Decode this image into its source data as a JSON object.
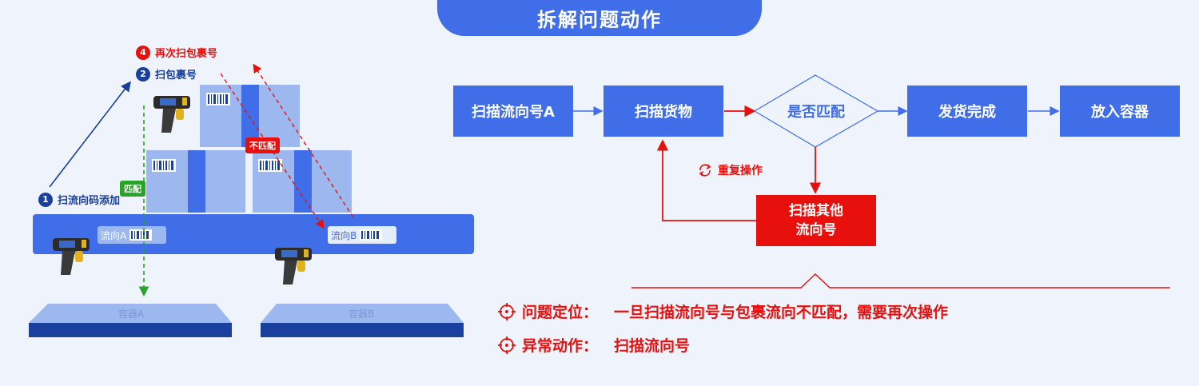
{
  "header": {
    "title": "拆解问题动作"
  },
  "left": {
    "steps": [
      {
        "num": "1",
        "label": "扫流向码添加",
        "color": "#1a3f9c"
      },
      {
        "num": "2",
        "label": "扫包裹号",
        "color": "#1a3f9c"
      },
      {
        "num": "4",
        "label": "再次扫包裹号",
        "color": "#e8100c"
      }
    ],
    "tag_match": "匹配",
    "tag_mismatch": "不匹配",
    "flow_a": "流向A",
    "flow_b": "流向B",
    "container_a": "容器A",
    "container_b": "容器B"
  },
  "flow": {
    "scan_flow": "扫描流向号A",
    "scan_goods": "扫描货物",
    "decision": "是否匹配",
    "ship_done": "发货完成",
    "put_container": "放入容器",
    "repeat": "重复操作",
    "scan_other_1": "扫描其他",
    "scan_other_2": "流向号"
  },
  "notes": [
    {
      "label": "问题定位：",
      "text": "一旦扫描流向号与包裹流向不匹配，需要再次操作"
    },
    {
      "label": "异常动作：",
      "text": "扫描流向号"
    }
  ],
  "colors": {
    "primary": "#3f6ee8",
    "alert": "#e8100c",
    "match_green": "#29a329",
    "navy": "#1a3f9c"
  }
}
